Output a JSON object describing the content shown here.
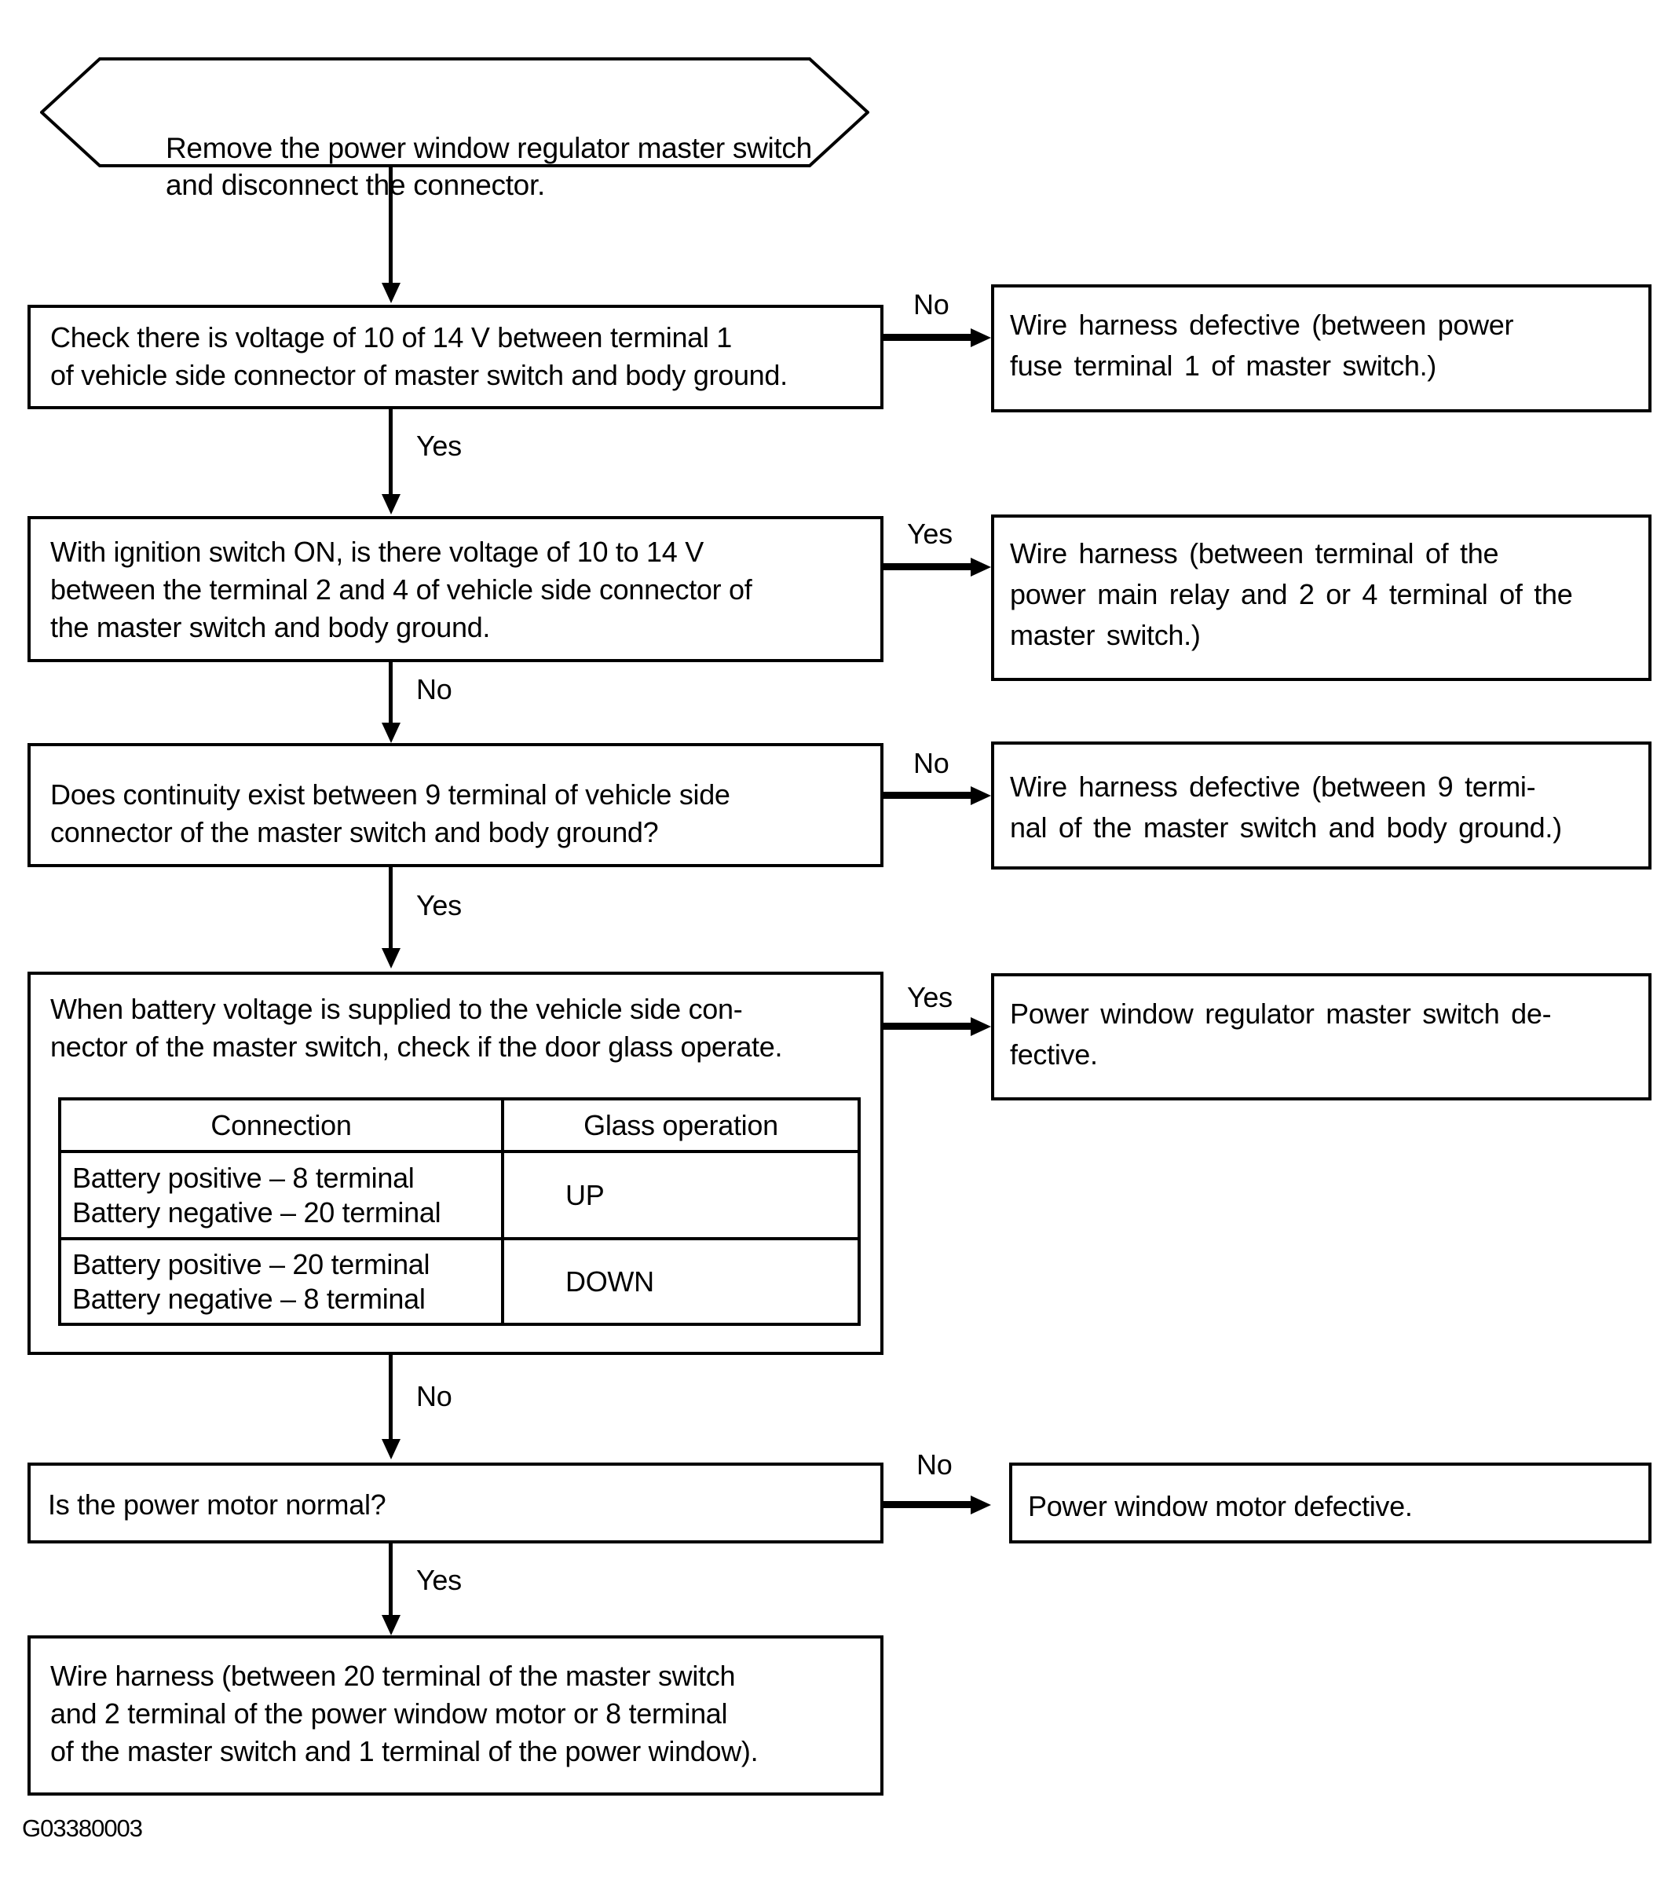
{
  "page": {
    "background": "#ffffff",
    "ink": "#000000",
    "figure_code": "G03380003"
  },
  "flowchart": {
    "start": {
      "lines": [
        "Remove the power window regulator master switch",
        "and disconnect the connector."
      ]
    },
    "steps": [
      {
        "question_lines": [
          "Check there is voltage of 10 of 14 V between terminal 1",
          "of vehicle side connector of master switch and body ground."
        ],
        "side_label": "No",
        "side_result_lines": [
          "Wire harness defective (between power",
          "fuse terminal 1 of master switch.)"
        ],
        "down_label": "Yes"
      },
      {
        "question_lines": [
          "With ignition switch ON, is there voltage of 10 to 14 V",
          "between the terminal 2 and 4 of vehicle side connector of",
          "the master switch and body ground."
        ],
        "side_label": "Yes",
        "side_result_lines": [
          "Wire harness (between terminal of the",
          "power main relay and 2 or 4 terminal of the",
          "master switch.)"
        ],
        "down_label": "No"
      },
      {
        "question_lines": [
          "Does continuity exist between 9 terminal of vehicle side",
          "connector of the master switch and body ground?"
        ],
        "side_label": "No",
        "side_result_lines": [
          "Wire harness defective (between 9 termi-",
          "nal of the master switch and body ground.)"
        ],
        "down_label": "Yes"
      },
      {
        "question_lines": [
          "When battery voltage is supplied to the vehicle side con-",
          "nector of the master switch, check if the door glass operate."
        ],
        "table": {
          "col_headers": [
            "Connection",
            "Glass operation"
          ],
          "rows": [
            {
              "connection_lines": [
                "Battery positive – 8 terminal",
                "Battery negative – 20 terminal"
              ],
              "glass_operation": "UP"
            },
            {
              "connection_lines": [
                "Battery positive – 20 terminal",
                "Battery negative – 8 terminal"
              ],
              "glass_operation": "DOWN"
            }
          ]
        },
        "side_label": "Yes",
        "side_result_lines": [
          "Power window regulator master switch de-",
          "fective."
        ],
        "down_label": "No"
      },
      {
        "question_lines": [
          "Is the power motor normal?"
        ],
        "side_label": "No",
        "side_result_lines": [
          "Power window motor defective."
        ],
        "down_label": "Yes"
      }
    ],
    "final": {
      "lines": [
        "Wire harness (between 20 terminal of the master switch",
        "and 2 terminal of the power window motor or 8 terminal",
        "of the master switch and 1 terminal of the power window)."
      ]
    }
  }
}
